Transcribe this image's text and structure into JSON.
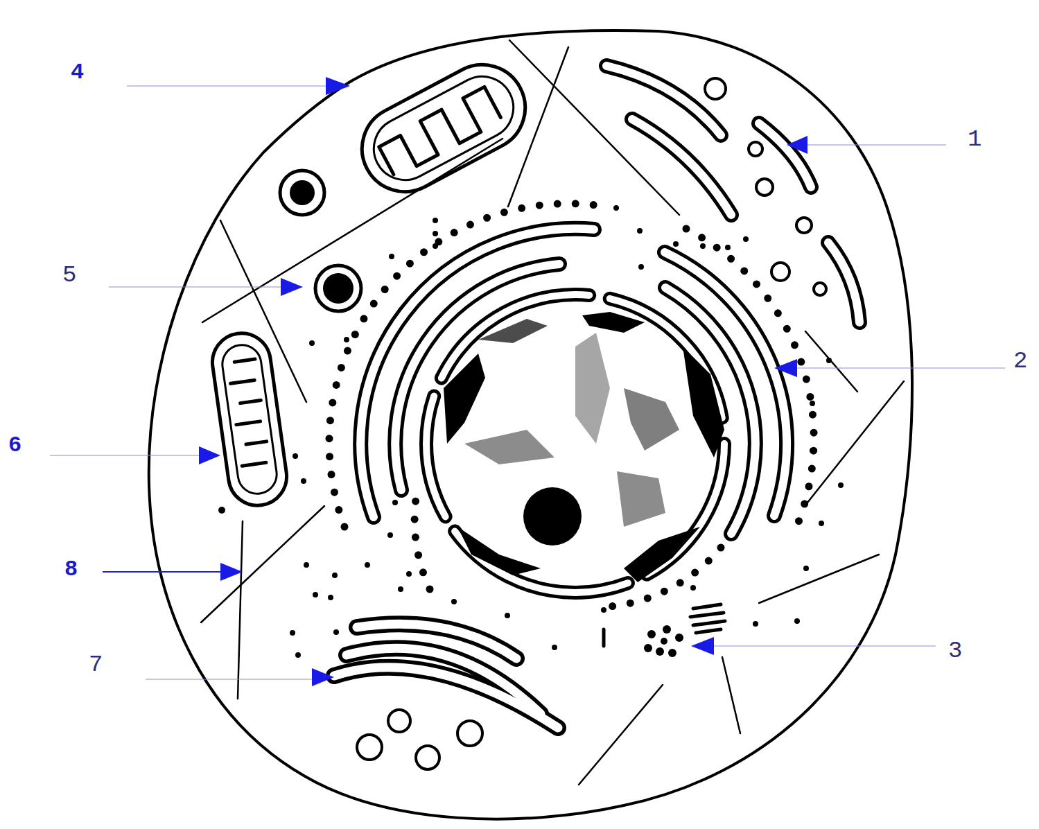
{
  "diagram": {
    "labels": [
      "4",
      "1",
      "5",
      "2",
      "6",
      "8",
      "3",
      "7"
    ]
  }
}
